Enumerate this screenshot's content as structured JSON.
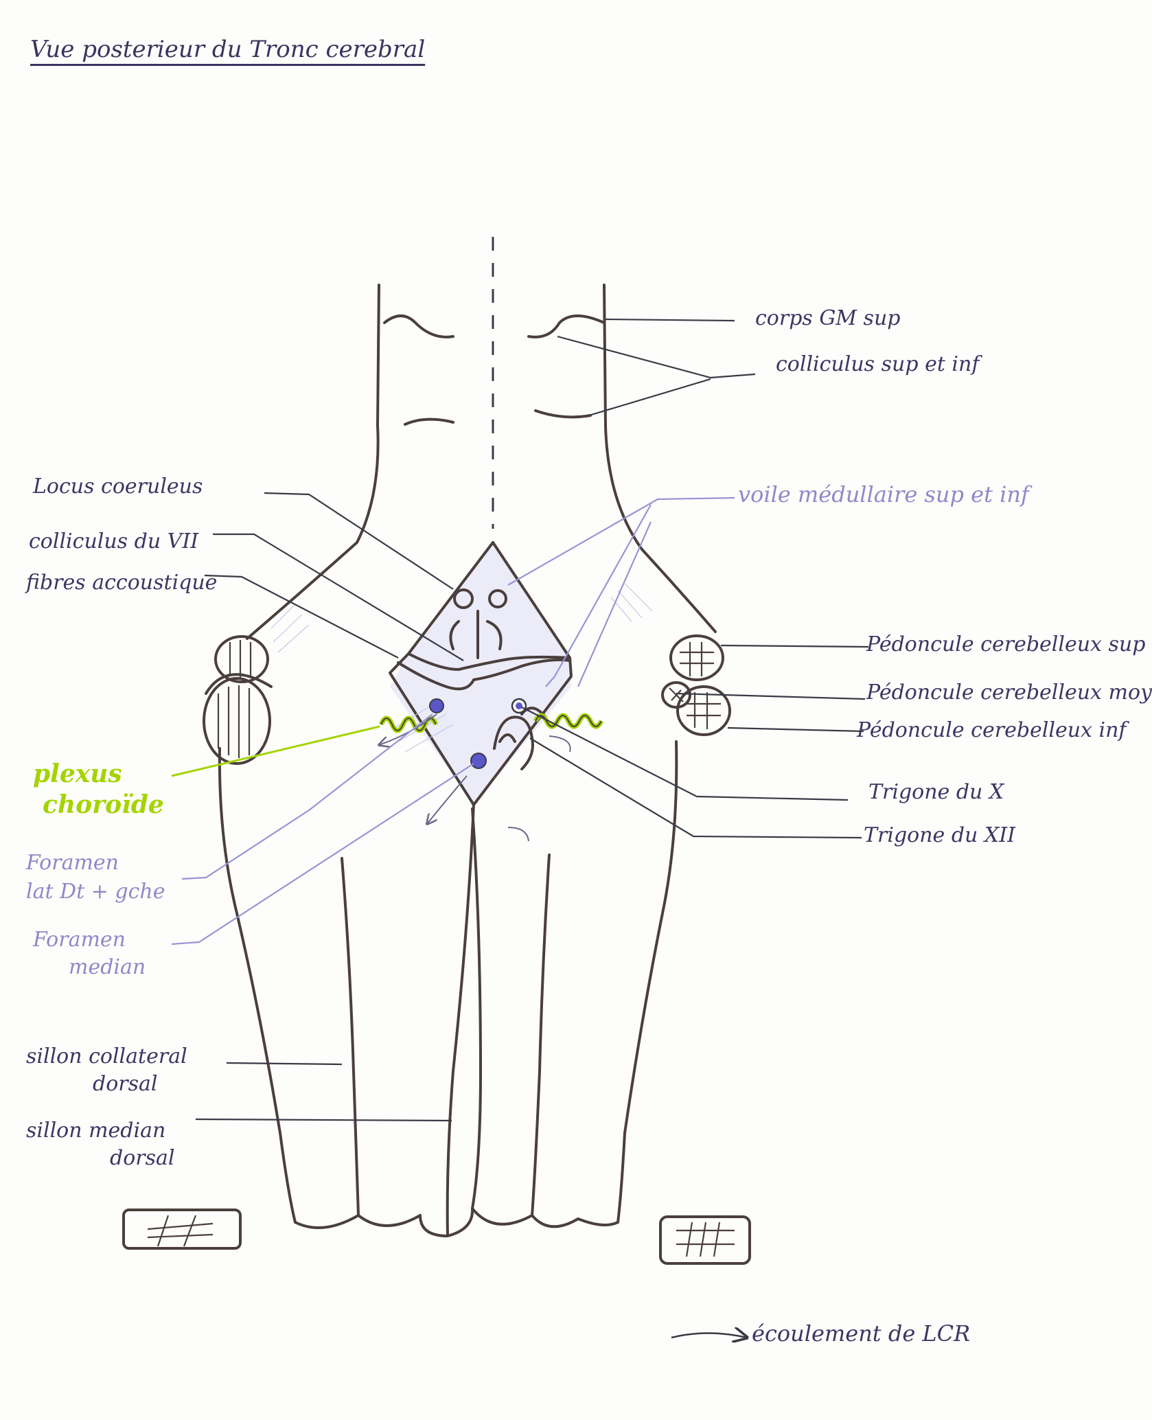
{
  "title": "Vue posterieur du Tronc cerebral",
  "labels": {
    "corps_gm_sup": "corps GM sup",
    "colliculus_sup_inf": "colliculus sup et inf",
    "locus_coeruleus": "Locus coeruleus",
    "colliculus_vii": "colliculus du VII",
    "fibres_acoustique": "fibres accoustique",
    "voile_medullaire": "voile médullaire sup et inf",
    "pedoncule_sup": "Pédoncule cerebelleux sup",
    "pedoncule_moy": "Pédoncule cerebelleux moy",
    "pedoncule_inf": "Pédoncule cerebelleux inf",
    "plexus_line1": "plexus",
    "plexus_line2": "choroïde",
    "trigone_x": "Trigone du X",
    "trigone_xii": "Trigone du XII",
    "foramen_lat_line1": "Foramen",
    "foramen_lat_line2": "lat Dt + gche",
    "foramen_med_line1": "Foramen",
    "foramen_med_line2": "median",
    "sillon_collateral_line1": "sillon collateral",
    "sillon_collateral_line2": "dorsal",
    "sillon_median_line1": "sillon median",
    "sillon_median_line2": "dorsal",
    "legend": "écoulement de LCR"
  },
  "colors": {
    "outline": "#4a3f3c",
    "label_dark": "#3d3563",
    "label_light": "#8f88c8",
    "highlight_green": "#a4d400",
    "foramen_blue": "#5a57c8"
  }
}
